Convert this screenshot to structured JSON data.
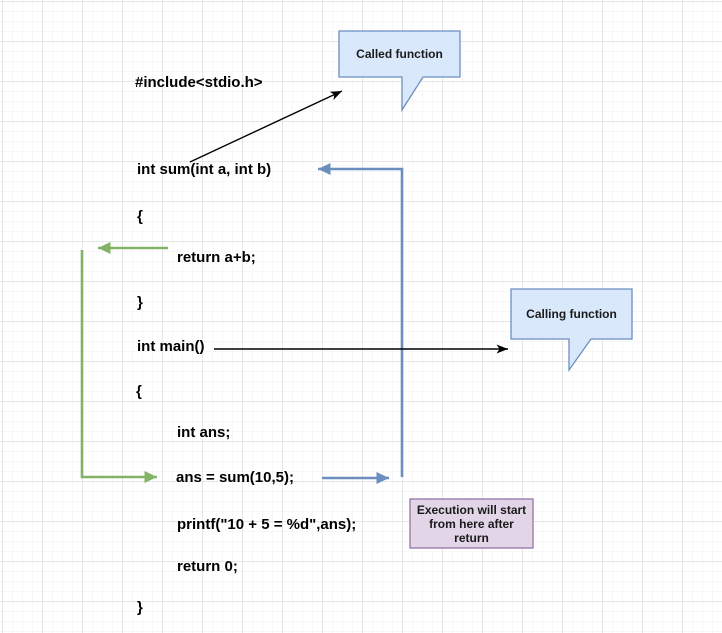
{
  "diagram": {
    "code_lines": [
      {
        "text": "#include<stdio.h>"
      },
      {
        "text": "int sum(int a, int b)"
      },
      {
        "text": "{"
      },
      {
        "text": "return a+b;"
      },
      {
        "text": "}"
      },
      {
        "text": "int main()"
      },
      {
        "text": "{"
      },
      {
        "text": "int ans;"
      },
      {
        "text": "ans = sum(10,5);"
      },
      {
        "text": "printf(\"10 + 5 = %d\",ans);"
      },
      {
        "text": "return 0;"
      },
      {
        "text": "}"
      }
    ],
    "callouts": [
      {
        "label": "Called function",
        "fill": "#dae8fc",
        "border": "#6c8ebf"
      },
      {
        "label": "Calling function",
        "fill": "#dae8fc",
        "border": "#6c8ebf"
      }
    ],
    "note": {
      "label": "Execution will start from here after return",
      "fill": "#e1d5e7",
      "border": "#9673a6"
    },
    "arrows": {
      "include_to_called_color": "#000000",
      "main_to_calling_color": "#000000",
      "call_color": "#6c8ebf",
      "return_color": "#82b366"
    }
  }
}
